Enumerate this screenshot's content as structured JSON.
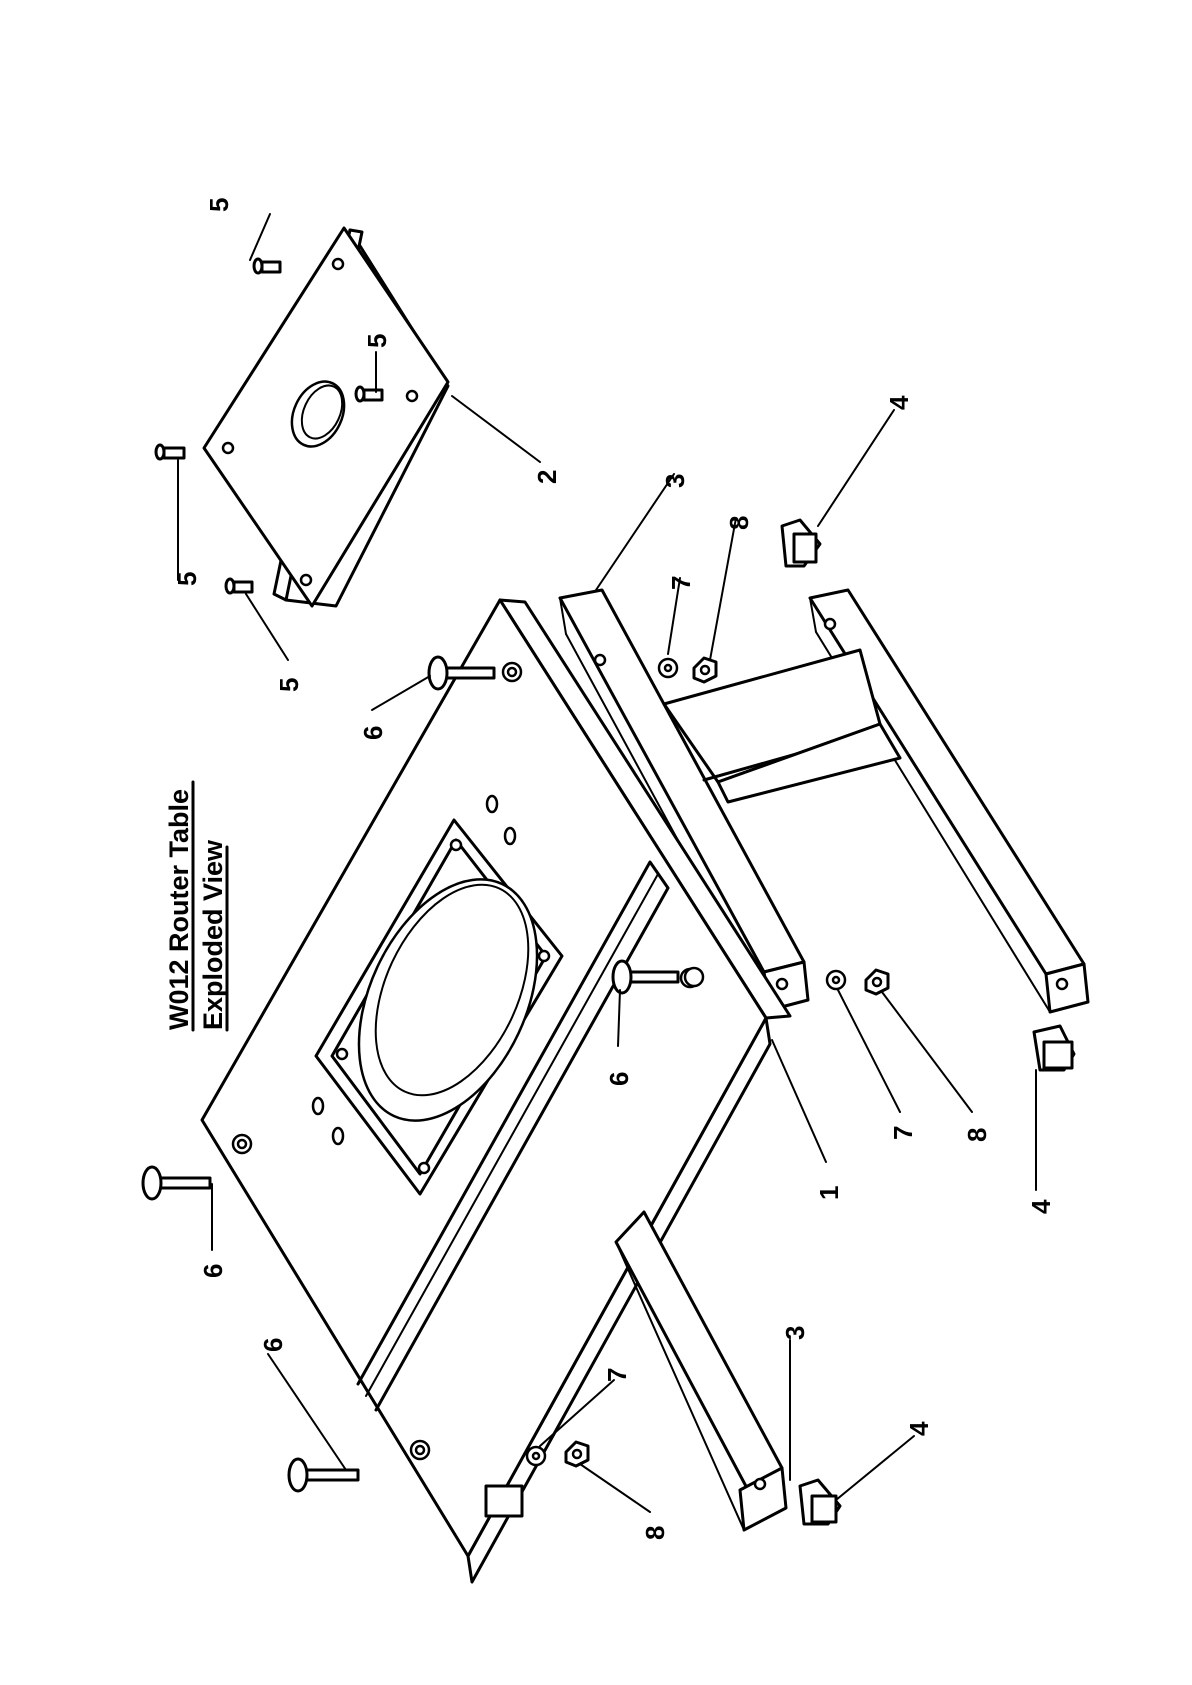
{
  "title": {
    "line1": "W012 Router Table",
    "line2": "Exploded View"
  },
  "callouts": {
    "c1": "1",
    "c2": "2",
    "c3a": "3",
    "c3b": "3",
    "c4a": "4",
    "c4b": "4",
    "c4c": "4",
    "c5a": "5",
    "c5b": "5",
    "c5c": "5",
    "c5d": "5",
    "c6a": "6",
    "c6b": "6",
    "c6c": "6",
    "c6d": "6",
    "c7a": "7",
    "c7b": "7",
    "c7c": "7",
    "c8a": "8",
    "c8b": "8",
    "c8c": "8"
  }
}
